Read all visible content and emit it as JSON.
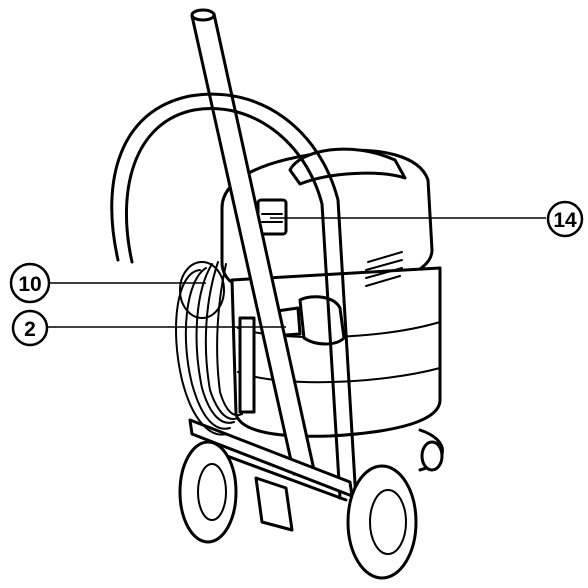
{
  "figure": {
    "callouts": [
      {
        "id": "callout-14",
        "label": "14"
      },
      {
        "id": "callout-10",
        "label": "10"
      },
      {
        "id": "callout-2",
        "label": "2"
      }
    ]
  }
}
